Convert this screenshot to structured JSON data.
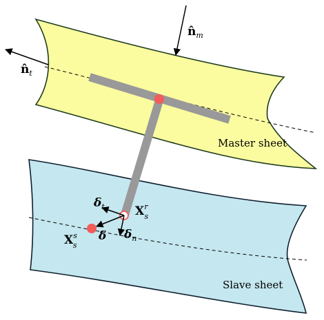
{
  "labels": {
    "master_sheet": "Master sheet",
    "slave_sheet": "Slave sheet"
  },
  "symbols": {
    "master_normal": {
      "main": "n̂",
      "sub": "m"
    },
    "tangent_normal": {
      "main": "n̂",
      "sub": "t"
    },
    "delta_t": {
      "main": "δ",
      "sub": "t"
    },
    "delta_n": {
      "main": "δ",
      "sub": "n"
    },
    "delta": "δ",
    "x_slave": {
      "main": "X",
      "sup": "s",
      "sub": "s"
    },
    "x_rod": {
      "main": "X",
      "sup": "r",
      "sub": "s"
    }
  },
  "colors": {
    "master_fill": "#fbfba0",
    "slave_fill": "#c5e7ef",
    "rod": "#999999",
    "point": "#f45b5b"
  }
}
